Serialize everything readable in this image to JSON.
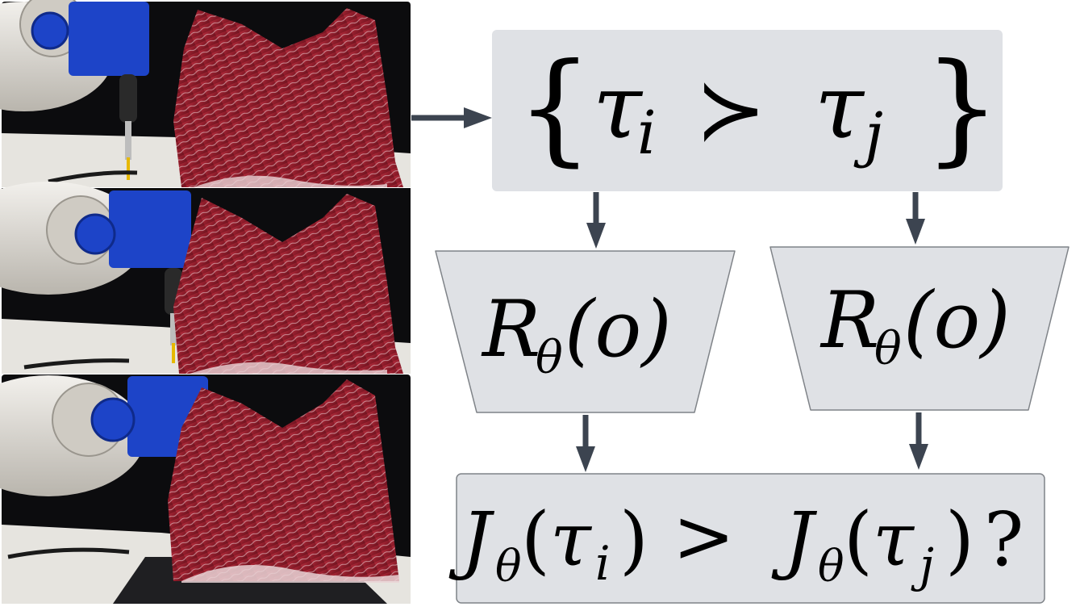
{
  "photos": [
    {
      "name": "robot-probe-frame-1"
    },
    {
      "name": "robot-probe-frame-2"
    },
    {
      "name": "robot-probe-frame-3"
    }
  ],
  "preference": {
    "open_brace": "{",
    "left_tau": "τ",
    "left_sub": "i",
    "relation": "≻",
    "right_tau": "τ",
    "right_sub": "j",
    "close_brace": "}"
  },
  "reward_left": {
    "R": "R",
    "sub": "θ",
    "arg": "(o)"
  },
  "reward_right": {
    "R": "R",
    "sub": "θ",
    "arg": "(o)"
  },
  "objective": {
    "J1": "J",
    "J1_sub": "θ",
    "open1": "(",
    "tau1": "τ",
    "tau1_sub": "i",
    "close1": ")",
    "comparator": ">",
    "J2": "J",
    "J2_sub": "θ",
    "open2": "(",
    "tau2": "τ",
    "tau2_sub": "j",
    "close2": ")",
    "question": "?"
  },
  "colors": {
    "box_fill": "#dfe1e5",
    "box_stroke": "#7f8388",
    "arrow": "#3c4450",
    "meat": "#8e1c2a",
    "fat": "#e9d3d6",
    "robot_blue": "#1d44c8",
    "robot_gray": "#d9d6cf",
    "background_dark": "#0c0c0e",
    "table": "#e6e4df"
  }
}
